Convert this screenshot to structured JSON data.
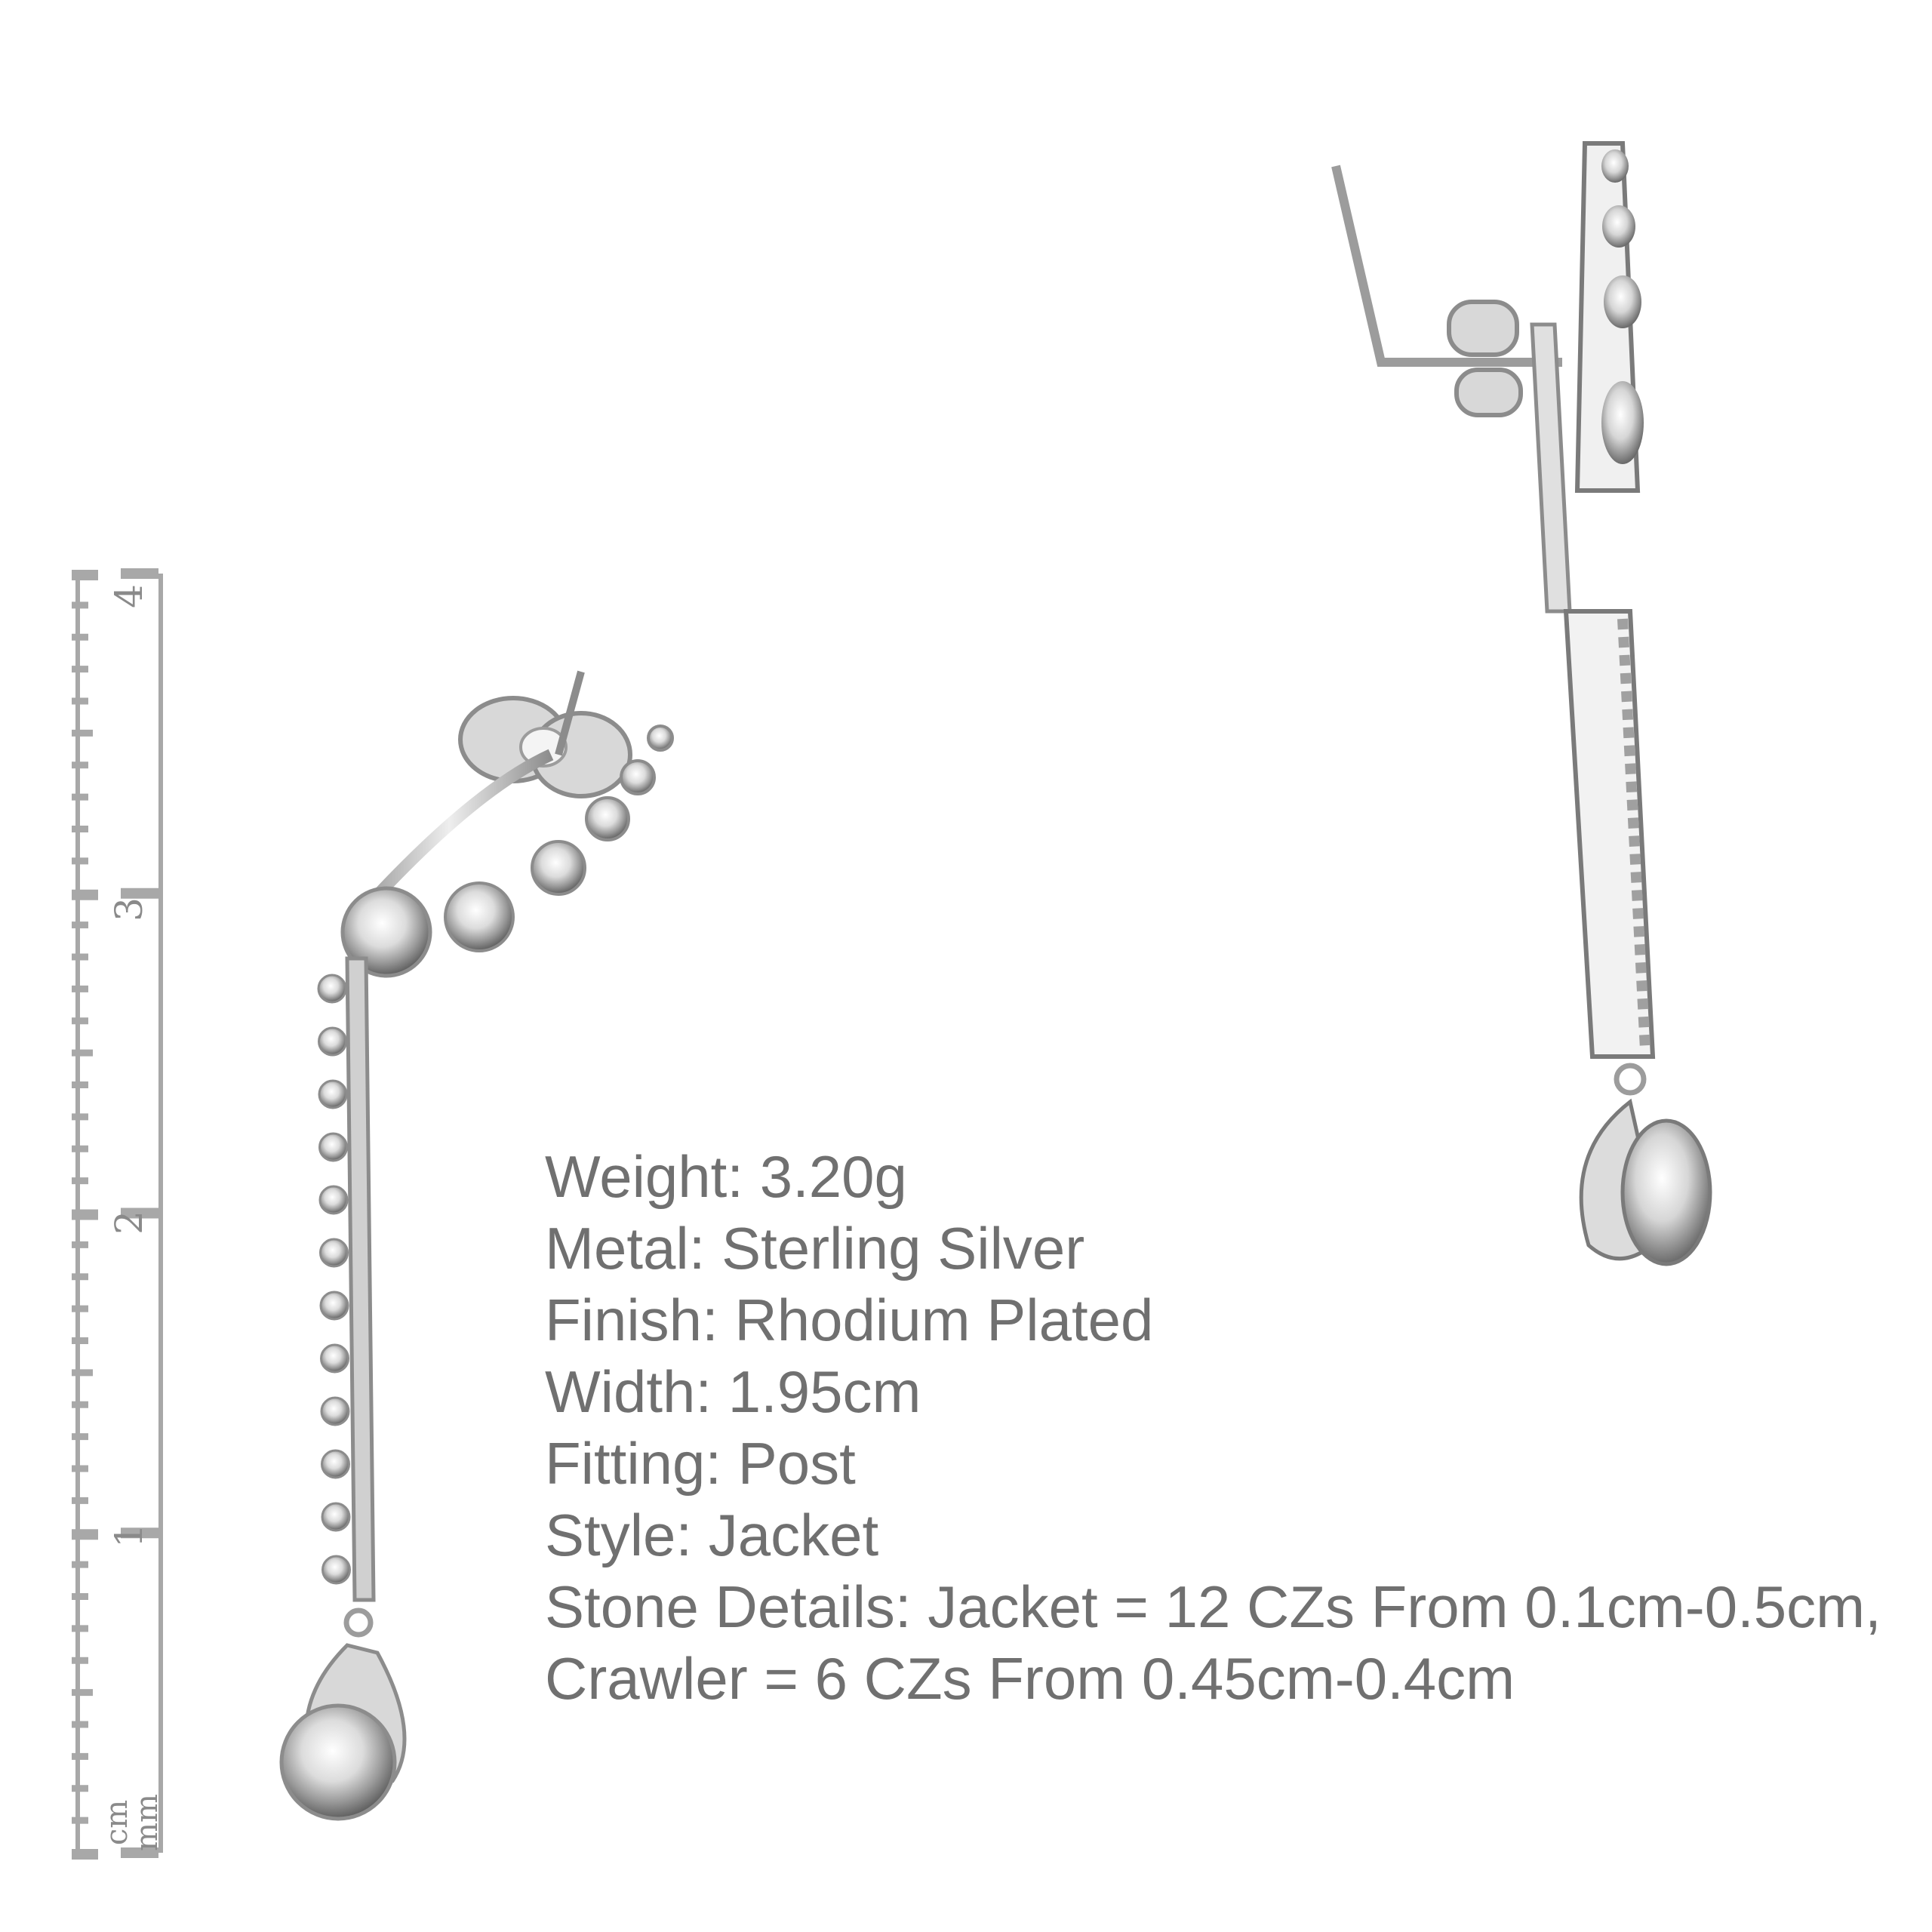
{
  "ruler": {
    "numbers": [
      "1",
      "2",
      "3",
      "4"
    ],
    "unit_cm": "cm",
    "unit_mm": "mm"
  },
  "specs": {
    "weight": "Weight: 3.20g",
    "metal": "Metal: Sterling Silver",
    "finish": "Finish: Rhodium Plated",
    "width": "Width: 1.95cm",
    "fitting": "Fitting: Post",
    "style": "Style: Jacket",
    "stone_details_line1": "Stone Details: Jacket = 12 CZs From 0.1cm-0.5cm,",
    "stone_details_line2": "Crawler = 6 CZs From 0.45cm-0.4cm"
  },
  "colors": {
    "text": "#707070",
    "ruler": "#a8a8a8",
    "metal": "#c9c9c9",
    "metal_dark": "#8c8c8c"
  }
}
